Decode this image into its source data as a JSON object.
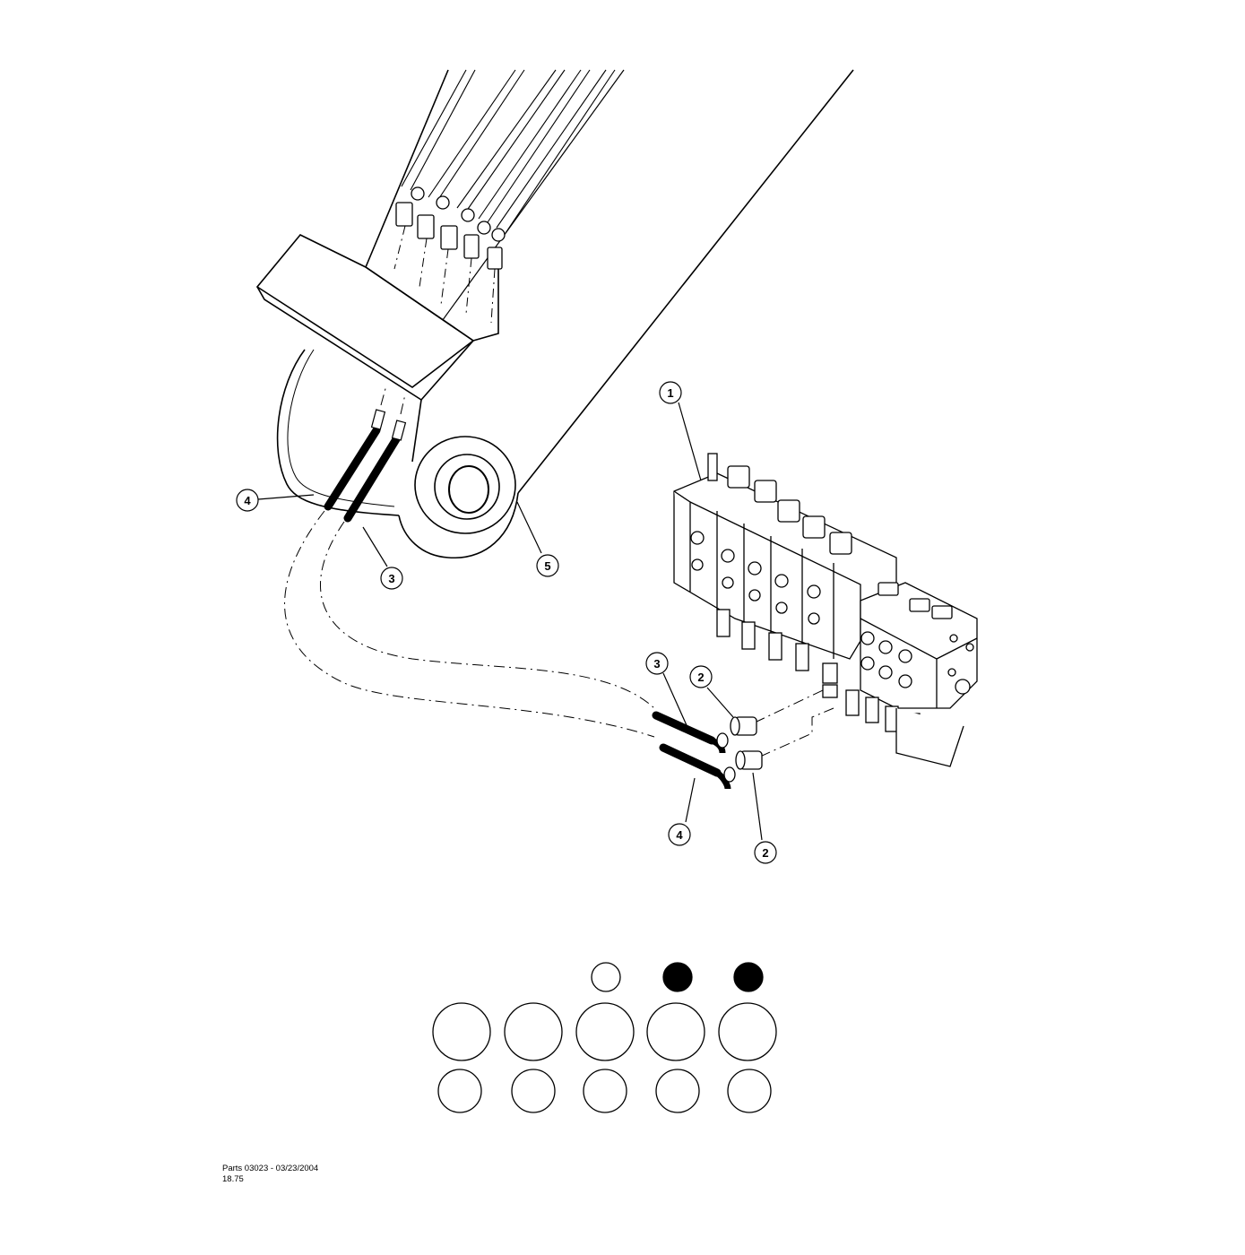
{
  "callouts": [
    {
      "id": "c1",
      "label": "1"
    },
    {
      "id": "c4a",
      "label": "4"
    },
    {
      "id": "c3a",
      "label": "3"
    },
    {
      "id": "c5",
      "label": "5"
    },
    {
      "id": "c3b",
      "label": "3"
    },
    {
      "id": "c2a",
      "label": "2"
    },
    {
      "id": "c4b",
      "label": "4"
    },
    {
      "id": "c2b",
      "label": "2"
    }
  ],
  "legend": {
    "top_row": [
      "empty",
      "filled",
      "filled"
    ],
    "middle_row_count": 5,
    "bottom_row_count": 5
  },
  "footer": {
    "line1": "Parts 03023 - 03/23/2004",
    "line2": "18.75"
  }
}
